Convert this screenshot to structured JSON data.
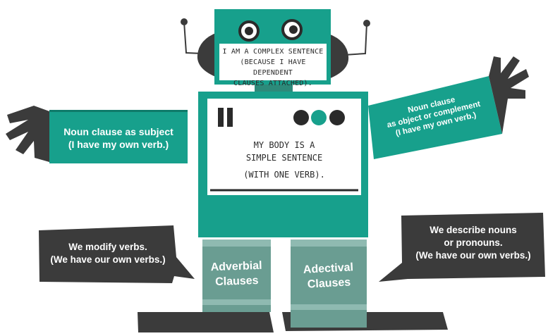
{
  "colors": {
    "teal": "#17a08c",
    "teal_dark": "#0f7a6a",
    "charcoal": "#3b3b3b",
    "leg_gray": "#6a9d92",
    "white": "#ffffff"
  },
  "head": {
    "line1": "I AM A COMPLEX SENTENCE",
    "line2": "(BECAUSE I HAVE DEPENDENT",
    "line3": "CLAUSES ATTACHED)."
  },
  "body_screen": {
    "line1": "MY BODY IS A",
    "line2": "SIMPLE SENTENCE",
    "line3": "(WITH ONE VERB)."
  },
  "left_arm": {
    "line1": "Noun clause as subject",
    "line2": "(I have my own verb.)"
  },
  "right_arm": {
    "line1": "Noun clause",
    "line2": "as object or complement",
    "line3": "(I have my own verb.)"
  },
  "left_leg": {
    "line1": "Adverbial",
    "line2": "Clauses"
  },
  "right_leg": {
    "line1": "Adectival",
    "line2": "Clauses"
  },
  "left_bubble": {
    "line1": "We modify verbs.",
    "line2": "(We have our own verbs.)"
  },
  "right_bubble": {
    "line1": "We describe nouns",
    "line2": "or pronouns.",
    "line3": "(We have our own verbs.)"
  }
}
